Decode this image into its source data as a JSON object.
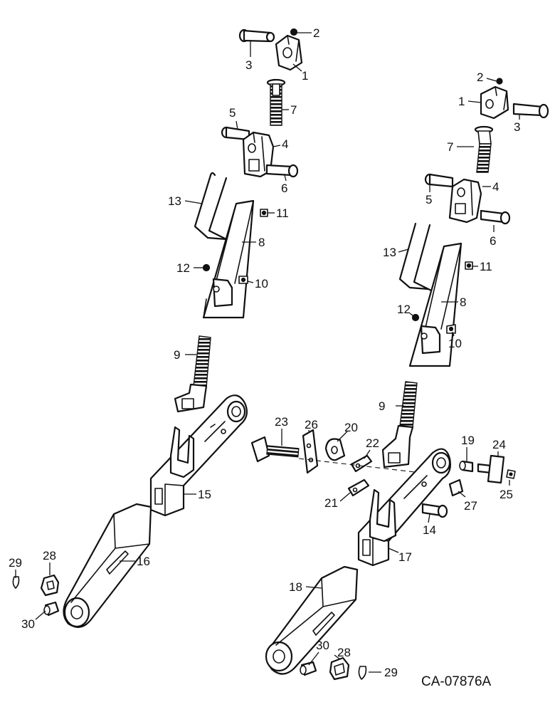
{
  "diagram": {
    "reference_code": "CA-07876A",
    "callouts": {
      "n1": "1",
      "n2": "2",
      "n3": "3",
      "n4": "4",
      "n5": "5",
      "n6": "6",
      "n7": "7",
      "n8": "8",
      "n9": "9",
      "n10": "10",
      "n11": "11",
      "n12": "12",
      "n13": "13",
      "n14": "14",
      "n15": "15",
      "n16": "16",
      "n17": "17",
      "n18": "18",
      "n19": "19",
      "n20": "20",
      "n21": "21",
      "n22": "22",
      "n23": "23",
      "n24": "24",
      "n25": "25",
      "n26": "26",
      "n27": "27",
      "n28": "28",
      "n29": "29",
      "n30": "30"
    }
  }
}
